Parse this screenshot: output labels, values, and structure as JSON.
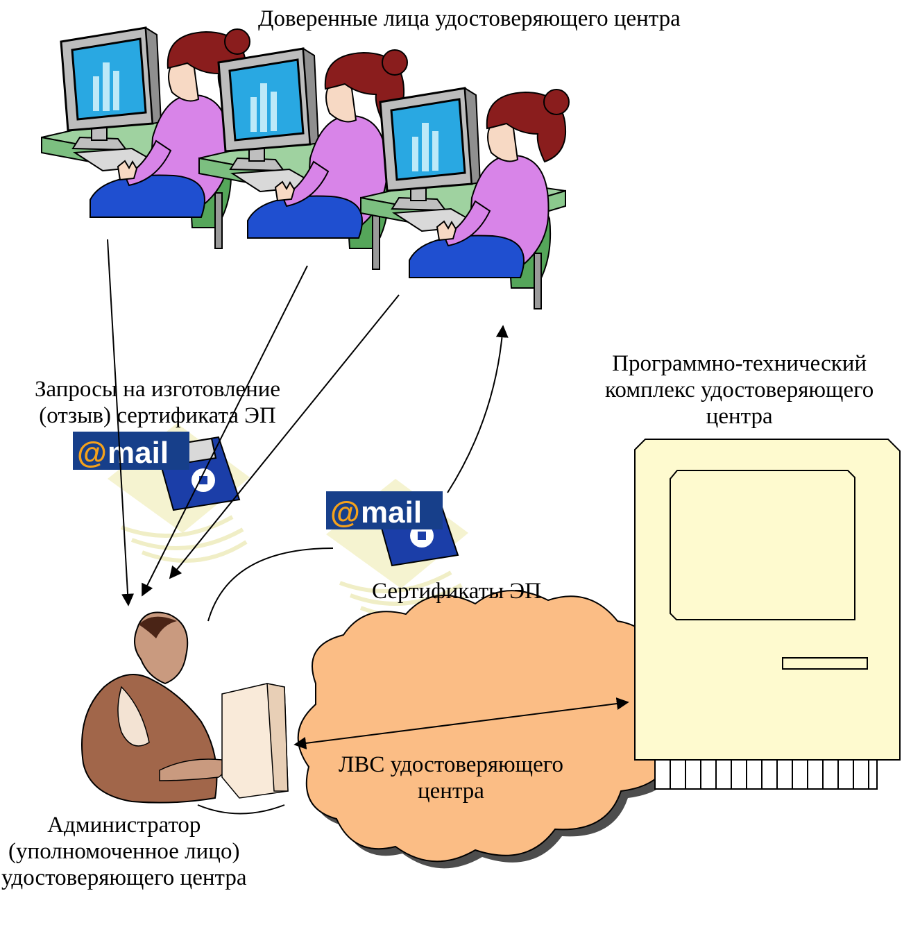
{
  "title": "Доверенные лица удостоверяющего центра",
  "requests_label": [
    "Запросы на изготовление",
    "(отзыв) сертификата ЭП"
  ],
  "certificates_label": "Сертификаты ЭП",
  "complex_label": [
    "Программно-технический",
    "комплекс удостоверяющего",
    "центра"
  ],
  "lan_label": [
    "ЛВС удостоверяющего",
    "центра"
  ],
  "admin_label": [
    "Администратор",
    "(уполномоченное лицо)",
    "удостоверяющего центра"
  ],
  "mail_badge": {
    "at": "@",
    "text": "mail"
  },
  "colors": {
    "cloud": "#fbbd85",
    "server": "#fefacf",
    "desk": "#9fd2a0",
    "shirt": "#d884e8",
    "hair": "#8a1d1d",
    "screen": "#29a8e2",
    "floppy": "#1b3ea8",
    "mail_bg": "#173f8a",
    "mail_at": "#f5a21b",
    "admin_tone": "#a1664a"
  },
  "icons": [
    "operator-workstation-icon",
    "floppy-disk-icon",
    "mail-logo-icon",
    "server-icon",
    "cloud-icon",
    "administrator-icon"
  ]
}
